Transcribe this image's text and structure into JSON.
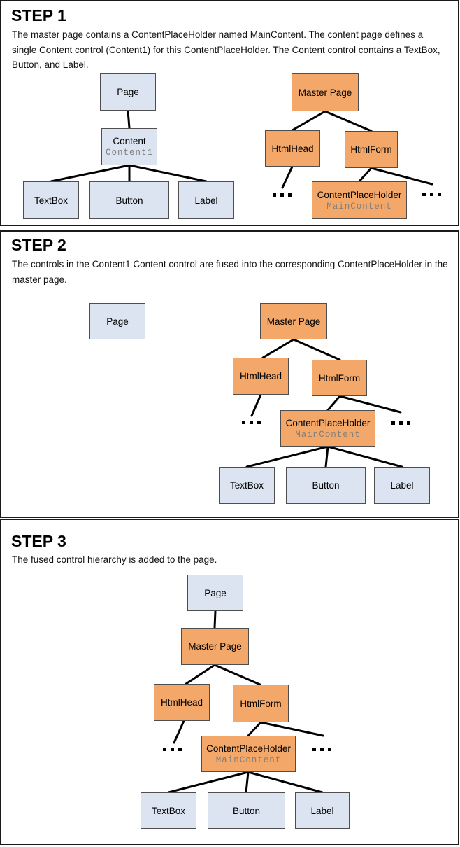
{
  "colors": {
    "content_node_fill": "#dce4f1",
    "master_node_fill": "#f3a869",
    "node_border": "#4e4e4e",
    "connector_line": "#000000",
    "sublabel_text": "#7f7f7f",
    "panel_border": "#1a1a1a"
  },
  "panels": [
    {
      "title": "STEP 1",
      "description": "The master page contains a ContentPlaceHolder named MainContent. The content page defines a single Content control (Content1) for this ContentPlaceHolder. The Content control contains a TextBox, Button, and Label.",
      "ellipses": [
        "...",
        "..."
      ],
      "nodes": [
        {
          "id": "page",
          "label": "Page",
          "sublabel": "",
          "kind": "content"
        },
        {
          "id": "content",
          "label": "Content",
          "sublabel": "Content1",
          "kind": "content"
        },
        {
          "id": "textbox",
          "label": "TextBox",
          "sublabel": "",
          "kind": "content"
        },
        {
          "id": "button",
          "label": "Button",
          "sublabel": "",
          "kind": "content"
        },
        {
          "id": "label",
          "label": "Label",
          "sublabel": "",
          "kind": "content"
        },
        {
          "id": "master",
          "label": "Master Page",
          "sublabel": "",
          "kind": "master"
        },
        {
          "id": "htmlhead",
          "label": "HtmlHead",
          "sublabel": "",
          "kind": "master"
        },
        {
          "id": "htmlform",
          "label": "HtmlForm",
          "sublabel": "",
          "kind": "master"
        },
        {
          "id": "cph",
          "label": "ContentPlaceHolder",
          "sublabel": "MainContent",
          "kind": "master"
        }
      ]
    },
    {
      "title": "STEP 2",
      "description": "The controls in the Content1 Content control are fused into the corresponding ContentPlaceHolder in the master page.",
      "ellipses": [
        "...",
        "..."
      ],
      "nodes": [
        {
          "id": "page",
          "label": "Page",
          "sublabel": "",
          "kind": "content"
        },
        {
          "id": "master",
          "label": "Master Page",
          "sublabel": "",
          "kind": "master"
        },
        {
          "id": "htmlhead",
          "label": "HtmlHead",
          "sublabel": "",
          "kind": "master"
        },
        {
          "id": "htmlform",
          "label": "HtmlForm",
          "sublabel": "",
          "kind": "master"
        },
        {
          "id": "cph",
          "label": "ContentPlaceHolder",
          "sublabel": "MainContent",
          "kind": "master"
        },
        {
          "id": "textbox",
          "label": "TextBox",
          "sublabel": "",
          "kind": "content"
        },
        {
          "id": "button",
          "label": "Button",
          "sublabel": "",
          "kind": "content"
        },
        {
          "id": "label",
          "label": "Label",
          "sublabel": "",
          "kind": "content"
        }
      ]
    },
    {
      "title": "STEP 3",
      "description": "The fused control hierarchy is added to the page.",
      "ellipses": [
        "...",
        "..."
      ],
      "nodes": [
        {
          "id": "page",
          "label": "Page",
          "sublabel": "",
          "kind": "content"
        },
        {
          "id": "master",
          "label": "Master Page",
          "sublabel": "",
          "kind": "master"
        },
        {
          "id": "htmlhead",
          "label": "HtmlHead",
          "sublabel": "",
          "kind": "master"
        },
        {
          "id": "htmlform",
          "label": "HtmlForm",
          "sublabel": "",
          "kind": "master"
        },
        {
          "id": "cph",
          "label": "ContentPlaceHolder",
          "sublabel": "MainContent",
          "kind": "master"
        },
        {
          "id": "textbox",
          "label": "TextBox",
          "sublabel": "",
          "kind": "content"
        },
        {
          "id": "button",
          "label": "Button",
          "sublabel": "",
          "kind": "content"
        },
        {
          "id": "label",
          "label": "Label",
          "sublabel": "",
          "kind": "content"
        }
      ]
    }
  ]
}
